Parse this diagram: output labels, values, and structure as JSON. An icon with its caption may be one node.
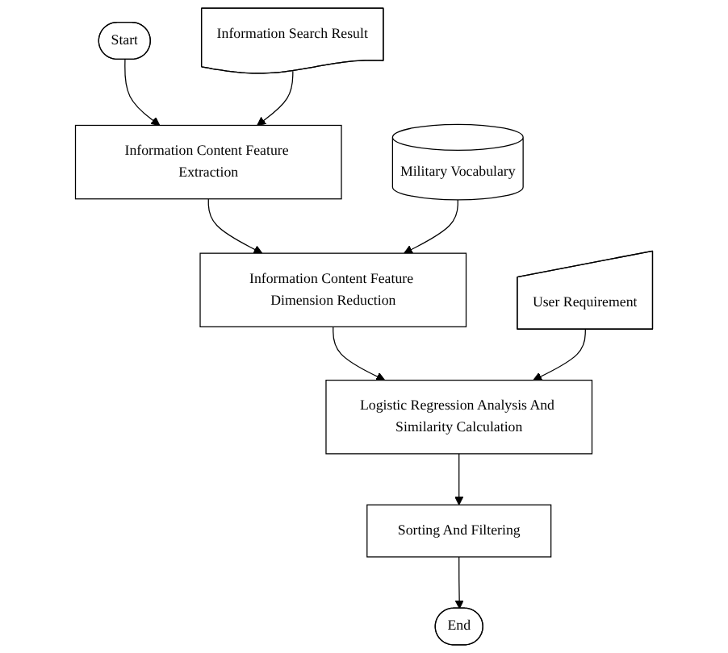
{
  "diagram": {
    "nodes": [
      {
        "text": [
          "Start"
        ]
      },
      {
        "text": [
          "Information Search Result"
        ]
      },
      {
        "text": [
          "Information Content Feature Extraction"
        ]
      },
      {
        "text": [
          "Military Vocabulary"
        ]
      },
      {
        "text": [
          "Information Content Feature Dimension Reduction"
        ]
      },
      {
        "text": [
          "User Requirement"
        ]
      },
      {
        "text": [
          "Logistic Regression Analysis And Similarity Calculation"
        ]
      },
      {
        "text": [
          "Sorting And Filtering"
        ]
      },
      {
        "text": [
          "End"
        ]
      }
    ],
    "edges": [
      {
        "from": 0,
        "to": 2,
        "arrow": "to"
      },
      {
        "from": 1,
        "to": 2,
        "arrow": "to"
      },
      {
        "from": 2,
        "to": 4,
        "arrow": "to"
      },
      {
        "from": 3,
        "to": 4,
        "arrow": "to"
      },
      {
        "from": 4,
        "to": 6,
        "arrow": "to"
      },
      {
        "from": 5,
        "to": 6,
        "arrow": "to"
      },
      {
        "from": 6,
        "to": 7,
        "arrow": "to"
      },
      {
        "from": 7,
        "to": 8,
        "arrow": "to"
      }
    ]
  }
}
